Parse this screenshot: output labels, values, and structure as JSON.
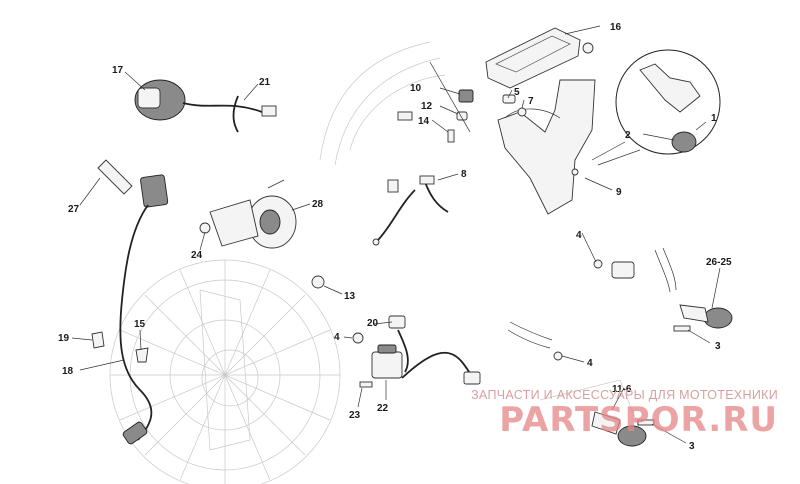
{
  "diagram": {
    "callouts": [
      "1",
      "2",
      "3",
      "3",
      "4",
      "4",
      "4",
      "5",
      "7",
      "8",
      "9",
      "10",
      "11-6",
      "12",
      "13",
      "14",
      "15",
      "16",
      "17",
      "18",
      "19",
      "20",
      "21",
      "22",
      "23",
      "24",
      "26-25",
      "27",
      "28"
    ]
  },
  "watermark": {
    "caption": "ЗАПЧАСТИ И АКСЕССУАРЫ ДЛЯ МОТОТЕХНИКИ",
    "brand": "PARTSPOR.RU"
  }
}
